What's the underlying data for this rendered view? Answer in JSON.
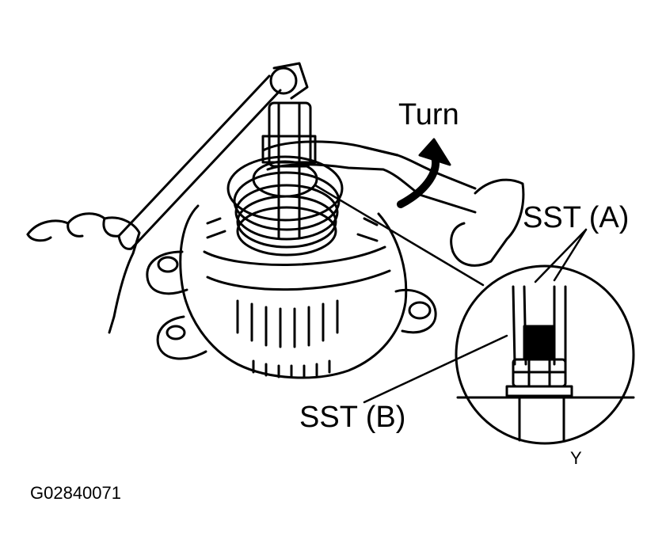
{
  "labels": {
    "turn": "Turn",
    "sst_a": "SST (A)",
    "sst_b": "SST (B)",
    "detail_mark": "Y",
    "figure_id": "G02840071"
  },
  "colors": {
    "line": "#000000",
    "background": "#ffffff"
  }
}
